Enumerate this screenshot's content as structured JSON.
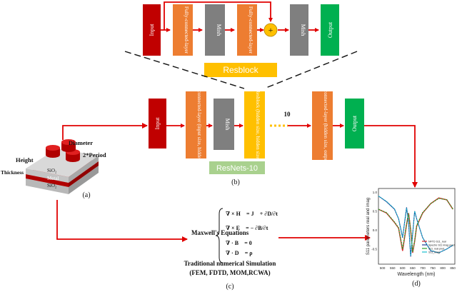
{
  "colors": {
    "input": "#c00000",
    "fc": "#ed7d31",
    "mish": "#7f7f7f",
    "resblock_node": "#ffc000",
    "output": "#00b050",
    "arrow": "#e00000",
    "resnets_band": "#a9d18e",
    "resblock_band": "#ffc000"
  },
  "resblock_detail": {
    "input": "Input",
    "fc1": "Fully-connected-layer",
    "mish1": "Mish",
    "fc2": "Fully-connected-layer",
    "plus": "+",
    "mish2": "Mish",
    "output": "Output",
    "label": "Resblock"
  },
  "resnet": {
    "input": "Input",
    "fc_in": "Fully-connected-layer (input size, hidden size)",
    "mish": "Mish",
    "resblock": "Resblock (hidden size, hidden size)",
    "repeat": "10",
    "fc_out": "Fully-connected-layer (hidden size, output size)",
    "output": "Output",
    "label": "ResNets-10",
    "caption": "(b)"
  },
  "structure": {
    "height": "Height",
    "diameter": "Diameter",
    "period": "2*Period",
    "thickness": "Thickness",
    "sio2_top": "SiO₂",
    "metal": "Metal",
    "sio2_bottom": "SiO₂",
    "caption": "(a)"
  },
  "simulation": {
    "maxwell": "Maxwell's Equations",
    "eq1": "∇ × H⃗ = J⃗ + ∂D/∂t",
    "eq2": "∇ × E⃗ = − ∂B/∂t",
    "eq3": "∇ · B⃗ = 0",
    "eq4": "∇ · D⃗ = ρ",
    "title": "Traditional numerical Simulation",
    "methods": "(FEM, FDTD, MOM,RCWA)",
    "caption": "(c)"
  },
  "plot": {
    "ylabel": "S11 parameters real and imag",
    "xlabel": "Wavelength (nm)",
    "xticks": [
      "500",
      "550",
      "600",
      "650",
      "700",
      "750",
      "800",
      "850"
    ],
    "yticks": [
      "1.0",
      "0.5",
      "0.0",
      "-0.5"
    ],
    "legend": [
      "NFTD S11_real",
      "Spectre S11 imag pred",
      "S11_real pred",
      "S11_imag"
    ],
    "caption": "(d)"
  },
  "chart_data": {
    "type": "line",
    "xlabel": "Wavelength (nm)",
    "ylabel": "S11 parameters real and imag",
    "xlim": [
      480,
      860
    ],
    "ylim": [
      -0.9,
      1.1
    ],
    "x": [
      480,
      520,
      560,
      580,
      600,
      620,
      630,
      640,
      650,
      660,
      670,
      700,
      740,
      780,
      820,
      850
    ],
    "series": [
      {
        "name": "NFTD S11_real",
        "color": "#d62728",
        "values": [
          0.55,
          0.45,
          0.2,
          0.05,
          -0.55,
          0.15,
          0.45,
          0.0,
          -0.6,
          -0.3,
          0.1,
          0.45,
          0.7,
          0.85,
          0.8,
          0.55
        ]
      },
      {
        "name": "Spectre S11 imag pred",
        "color": "#1f3a93",
        "values": [
          0.9,
          0.75,
          0.55,
          0.3,
          -0.2,
          0.6,
          0.2,
          -0.7,
          -0.1,
          0.5,
          0.3,
          -0.2,
          -0.55,
          -0.6,
          -0.5,
          -0.4
        ]
      },
      {
        "name": "S11_real pred",
        "color": "#2ca02c",
        "values": [
          0.55,
          0.46,
          0.21,
          0.06,
          -0.5,
          0.16,
          0.44,
          0.02,
          -0.58,
          -0.28,
          0.12,
          0.46,
          0.7,
          0.84,
          0.8,
          0.56
        ]
      },
      {
        "name": "S11_imag",
        "color": "#17becf",
        "values": [
          0.9,
          0.76,
          0.56,
          0.3,
          -0.18,
          0.58,
          0.22,
          -0.68,
          -0.12,
          0.5,
          0.3,
          -0.2,
          -0.54,
          -0.6,
          -0.5,
          -0.4
        ]
      }
    ]
  }
}
